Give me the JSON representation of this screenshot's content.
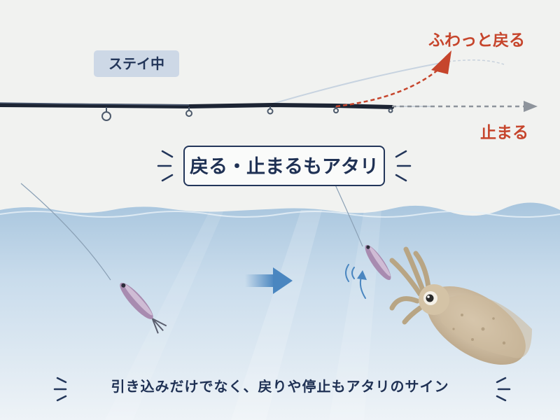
{
  "labels": {
    "stay": "ステイ中",
    "rise": "ふわっと戻る",
    "stop": "止まる",
    "callout": "戻る・止まるもアタリ",
    "caption": "引き込みだけでなく、戻りや停止もアタリのサイン"
  },
  "colors": {
    "navy": "#23365a",
    "accent_red": "#c6452c",
    "badge_bg": "#cdd8e6",
    "water": "#b9d2e6",
    "arrow_blue": "#4a86c0",
    "squid": "#c9b79b"
  }
}
